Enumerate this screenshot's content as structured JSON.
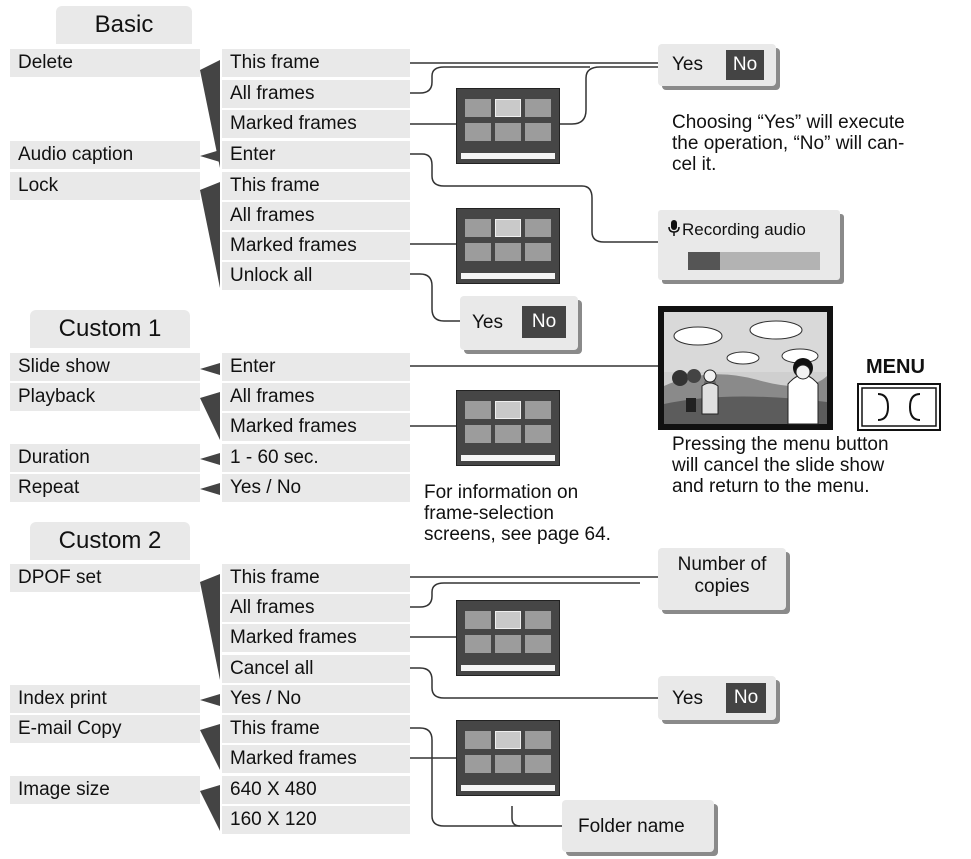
{
  "basic": {
    "tab": "Basic",
    "items": [
      "Delete",
      "Audio caption",
      "Lock"
    ],
    "options": [
      "This frame",
      "All frames",
      "Marked frames",
      "Enter",
      "This frame",
      "All frames",
      "Marked frames",
      "Unlock all"
    ]
  },
  "custom1": {
    "tab": "Custom 1",
    "items": [
      "Slide show",
      "Playback",
      "Duration",
      "Repeat"
    ],
    "options": [
      "Enter",
      "All frames",
      "Marked frames",
      "1 - 60 sec.",
      "Yes / No"
    ]
  },
  "custom2": {
    "tab": "Custom 2",
    "items": [
      "DPOF set",
      "Index print",
      "E-mail Copy",
      "Image size"
    ],
    "options": [
      "This frame",
      "All frames",
      "Marked frames",
      "Cancel all",
      "Yes / No",
      "This frame",
      "Marked frames",
      "640 X 480",
      "160 X 120"
    ]
  },
  "dialogs": {
    "yes": "Yes",
    "no": "No",
    "copies_line1": "Number of",
    "copies_line2": "copies",
    "folder": "Folder name",
    "recording": "Recording audio"
  },
  "notes": {
    "yesno": [
      "Choosing “Yes” will execute",
      "the operation, “No” will can-",
      "cel it."
    ],
    "frame_selection": [
      "For information on",
      "frame-selection",
      "screens, see page 64."
    ],
    "menu_button": [
      "Pressing the menu button",
      "will cancel the slide show",
      "and return to the menu."
    ]
  },
  "menu_label": "MENU",
  "icons": {
    "microphone": "microphone-icon",
    "menu_button": "menu-button-icon",
    "slideshow_photo": "slideshow-photo"
  },
  "colors": {
    "panel": "#e9e9e9",
    "dark": "#444444",
    "thumb_bg": "#464646"
  },
  "recording_progress": 0.24
}
